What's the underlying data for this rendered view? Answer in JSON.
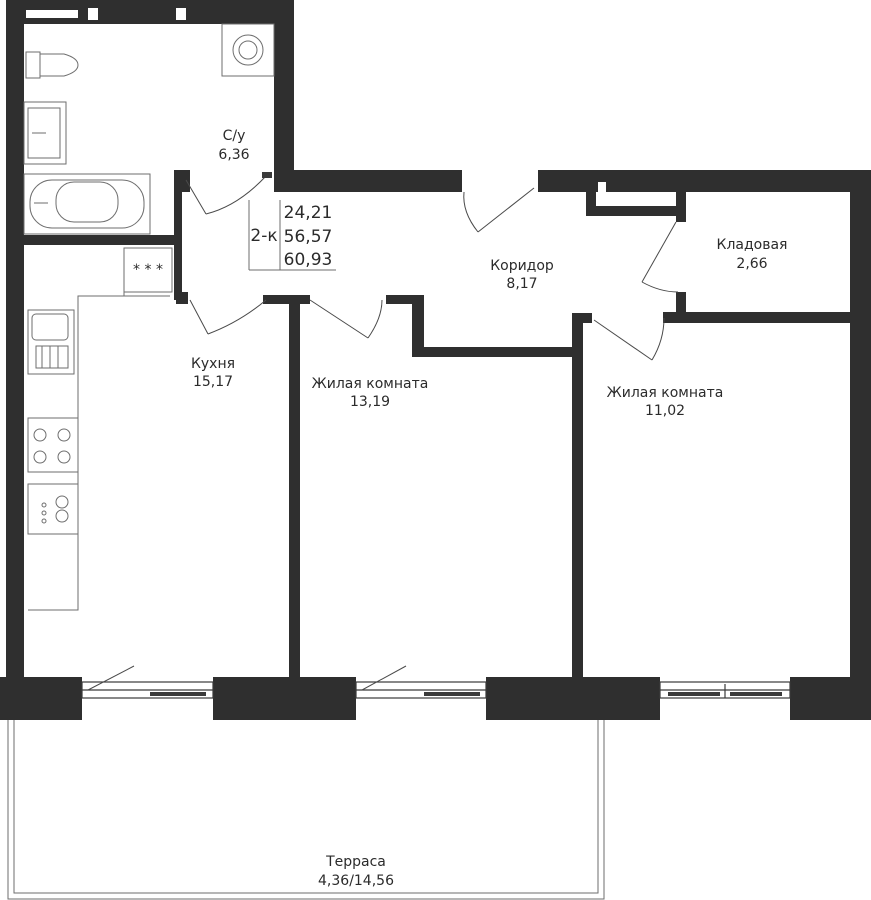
{
  "apartment": {
    "type_label": "2-к",
    "area_living": "24,21",
    "area_total": "56,57",
    "area_with_terrace": "60,93"
  },
  "rooms": {
    "bathroom": {
      "name": "С/у",
      "area": "6,36"
    },
    "corridor": {
      "name": "Коридор",
      "area": "8,17"
    },
    "storage": {
      "name": "Кладовая",
      "area": "2,66"
    },
    "kitchen": {
      "name": "Кухня",
      "area": "15,17"
    },
    "living1": {
      "name": "Жилая комната",
      "area": "13,19"
    },
    "living2": {
      "name": "Жилая комната",
      "area": "11,02"
    },
    "terrace": {
      "name": "Терраса",
      "area": "4,36/14,56"
    }
  },
  "colors": {
    "wall": "#2f2f2f",
    "background": "#ffffff",
    "lines": "#6e6e6e"
  },
  "icons": [
    "toilet-icon",
    "sink-icon",
    "bathtub-icon",
    "washing-machine-icon",
    "kitchen-sink-icon",
    "stove-icon",
    "dishwasher-icon",
    "radiator-icon"
  ]
}
